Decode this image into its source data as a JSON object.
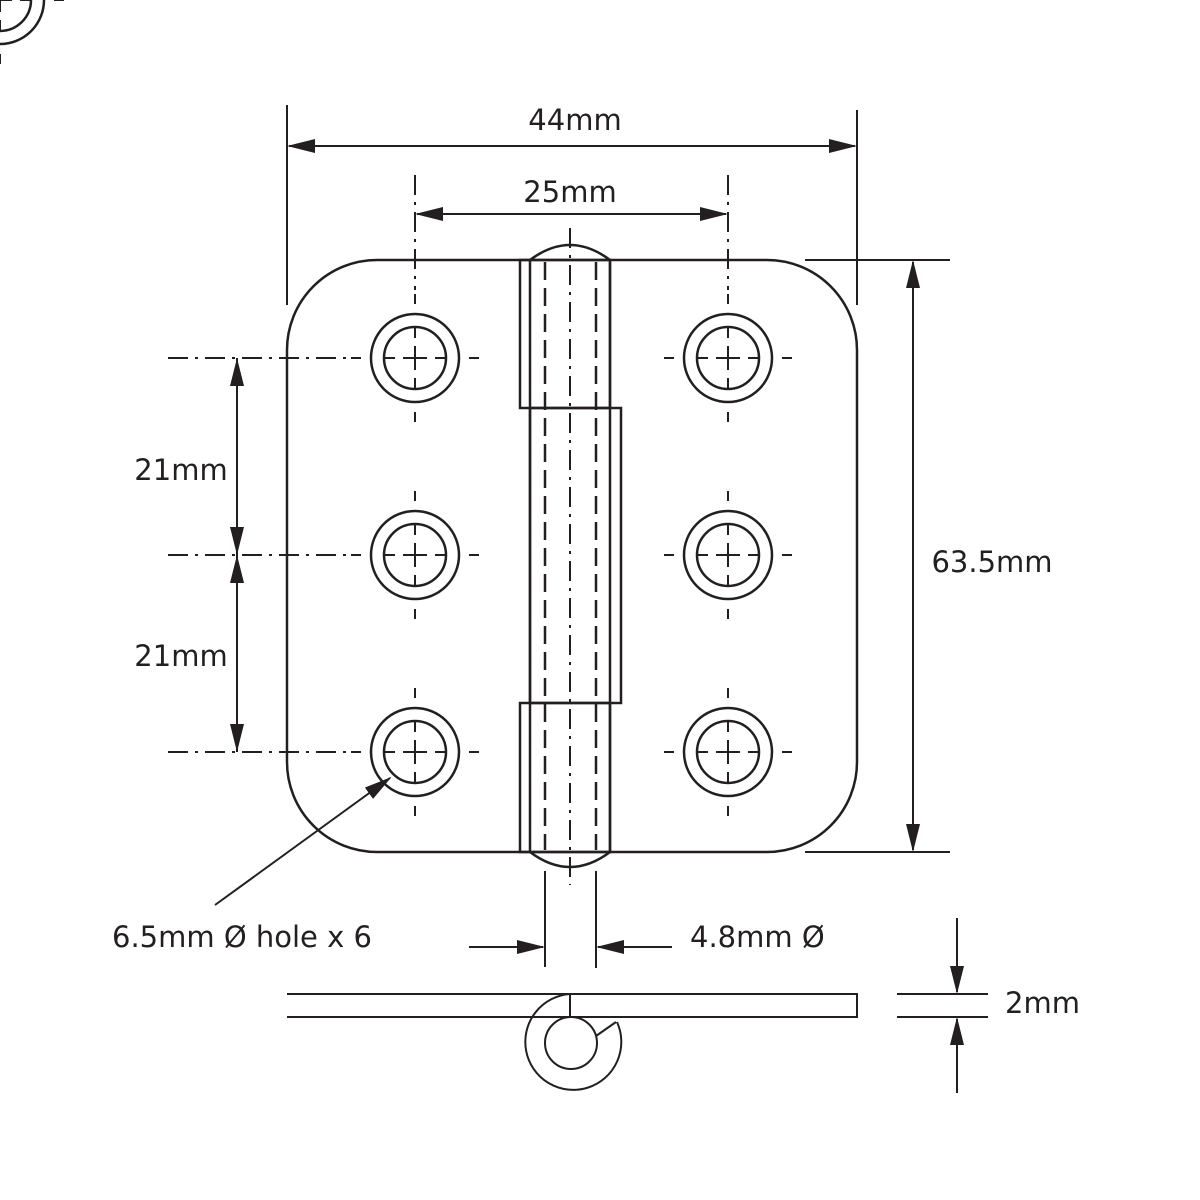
{
  "title": "Hinge technical drawing",
  "dimensions": {
    "overall_width": "44mm",
    "hole_spacing_horizontal": "25mm",
    "overall_height": "63.5mm",
    "hole_spacing_vertical_upper": "21mm",
    "hole_spacing_vertical_lower": "21mm",
    "hole_note": "6.5mm Ø hole x 6",
    "pin_diameter": "4.8mm Ø",
    "thickness": "2mm"
  },
  "colors": {
    "line": "#231f20",
    "background": "#ffffff"
  }
}
